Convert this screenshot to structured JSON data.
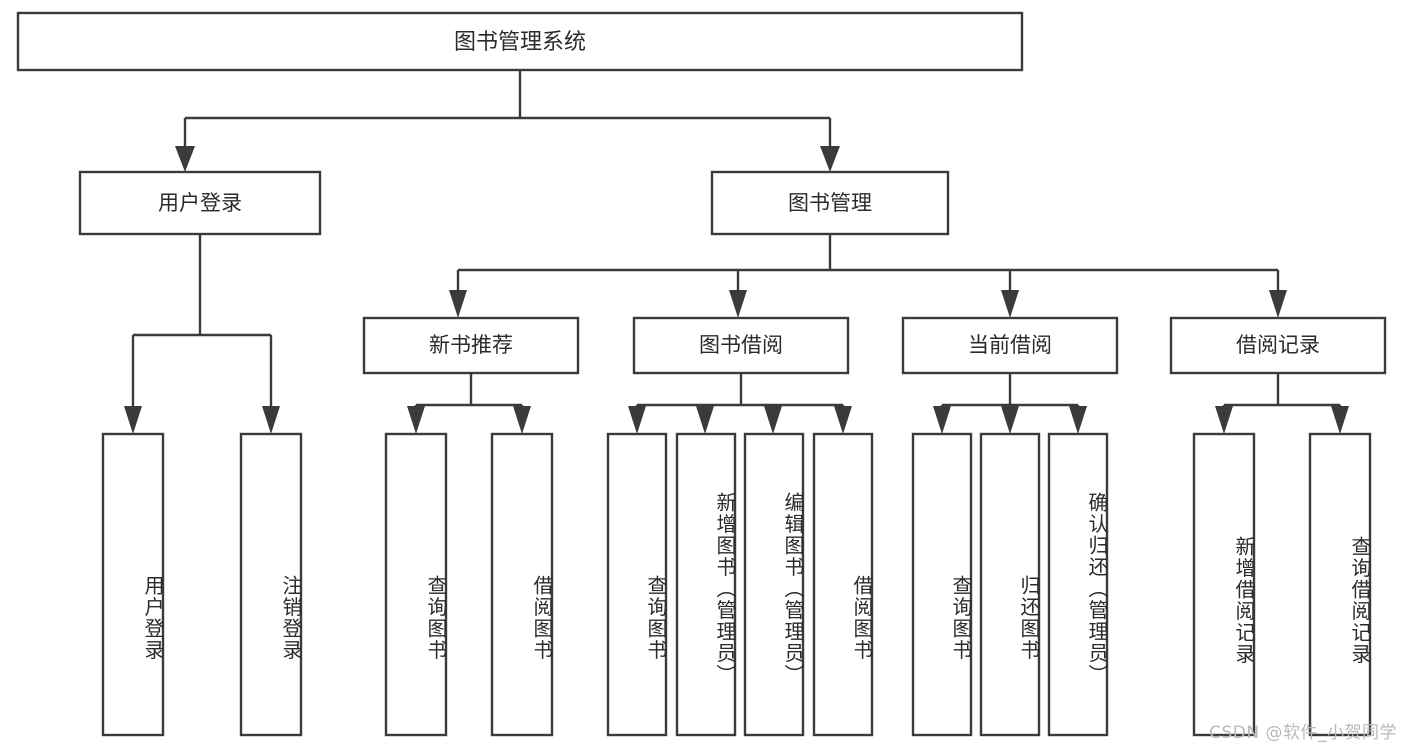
{
  "diagram": {
    "title": "图书管理系统",
    "type": "tree-hierarchy",
    "colors": {
      "stroke": "#3b3b3b",
      "box_fill": "#ffffff",
      "text": "#2b2b2b",
      "background": "#ffffff",
      "watermark": "#b9b9b9"
    },
    "watermark": "CSDN @软件_小贺同学",
    "root": {
      "label": "图书管理系统"
    },
    "level2": [
      {
        "label": "用户登录"
      },
      {
        "label": "图书管理"
      }
    ],
    "level3": [
      {
        "label": "新书推荐"
      },
      {
        "label": "图书借阅"
      },
      {
        "label": "当前借阅"
      },
      {
        "label": "借阅记录"
      }
    ],
    "leaves_user_login": [
      {
        "label": "用户登录"
      },
      {
        "label": "注销登录"
      }
    ],
    "leaves_new_book": [
      {
        "label": "查询图书"
      },
      {
        "label": "借阅图书"
      }
    ],
    "leaves_borrow": [
      {
        "label": "查询图书"
      },
      {
        "label": "新增图书（管理员）"
      },
      {
        "label": "编辑图书（管理员）"
      },
      {
        "label": "借阅图书"
      }
    ],
    "leaves_current": [
      {
        "label": "查询图书"
      },
      {
        "label": "归还图书"
      },
      {
        "label": "确认归还（管理员）"
      }
    ],
    "leaves_records": [
      {
        "label": "新增借阅记录"
      },
      {
        "label": "查询借阅记录"
      }
    ]
  }
}
